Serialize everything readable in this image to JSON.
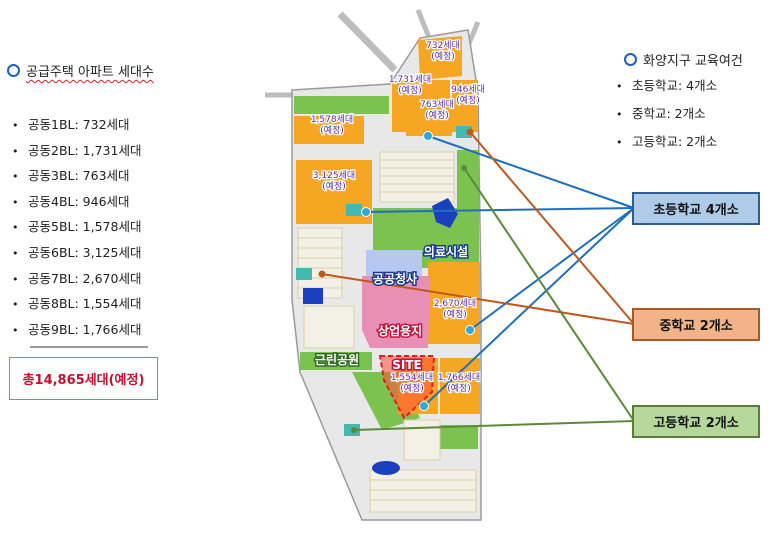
{
  "left_panel": {
    "heading": "공급주택 아파트 세대수",
    "items": [
      "공동1BL: 732세대",
      "공동2BL: 1,731세대",
      "공동3BL: 763세대",
      "공동4BL: 946세대",
      "공동5BL: 1,578세대",
      "공동6BL: 3,125세대",
      "공동7BL: 2,670세대",
      "공동8BL: 1,554세대",
      "공동9BL: 1,766세대"
    ],
    "total": "총14,865세대(예정)"
  },
  "right_panel": {
    "heading": "화양지구 교육여건",
    "items": [
      "초등학교: 4개소",
      "중학교: 2개소",
      "고등학교: 2개소"
    ]
  },
  "boxes": {
    "elementary": "초등학교 4개소",
    "middle": "중학교 2개소",
    "high": "고등학교 2개소"
  },
  "map_labels": {
    "bl1_count": "732세대",
    "bl1_status": "(예정)",
    "bl2_count": "1,731세대",
    "bl2_status": "(예정)",
    "bl4_count": "946세대",
    "bl4_status": "(예정)",
    "bl3_count": "763세대",
    "bl3_status": "(예정)",
    "bl5_count": "1,578세대",
    "bl5_status": "(예정)",
    "bl6_count": "3,125세대",
    "bl6_status": "(예정)",
    "bl7_count": "2,670세대",
    "bl7_status": "(예정)",
    "bl8_count": "1,554세대",
    "bl8_status": "(예정)",
    "bl9_count": "1,766세대",
    "bl9_status": "(예정)",
    "medical": "의료시설",
    "government": "공공청사",
    "commercial": "상업용지",
    "park": "근린공원",
    "site": "SITE"
  },
  "colors": {
    "elementary_line": "#1f6fbf",
    "middle_line": "#c0581e",
    "high_line": "#5a8a3a",
    "apartment": "#f6a623",
    "park": "#7cc24e",
    "commercial": "#e98fb6"
  }
}
